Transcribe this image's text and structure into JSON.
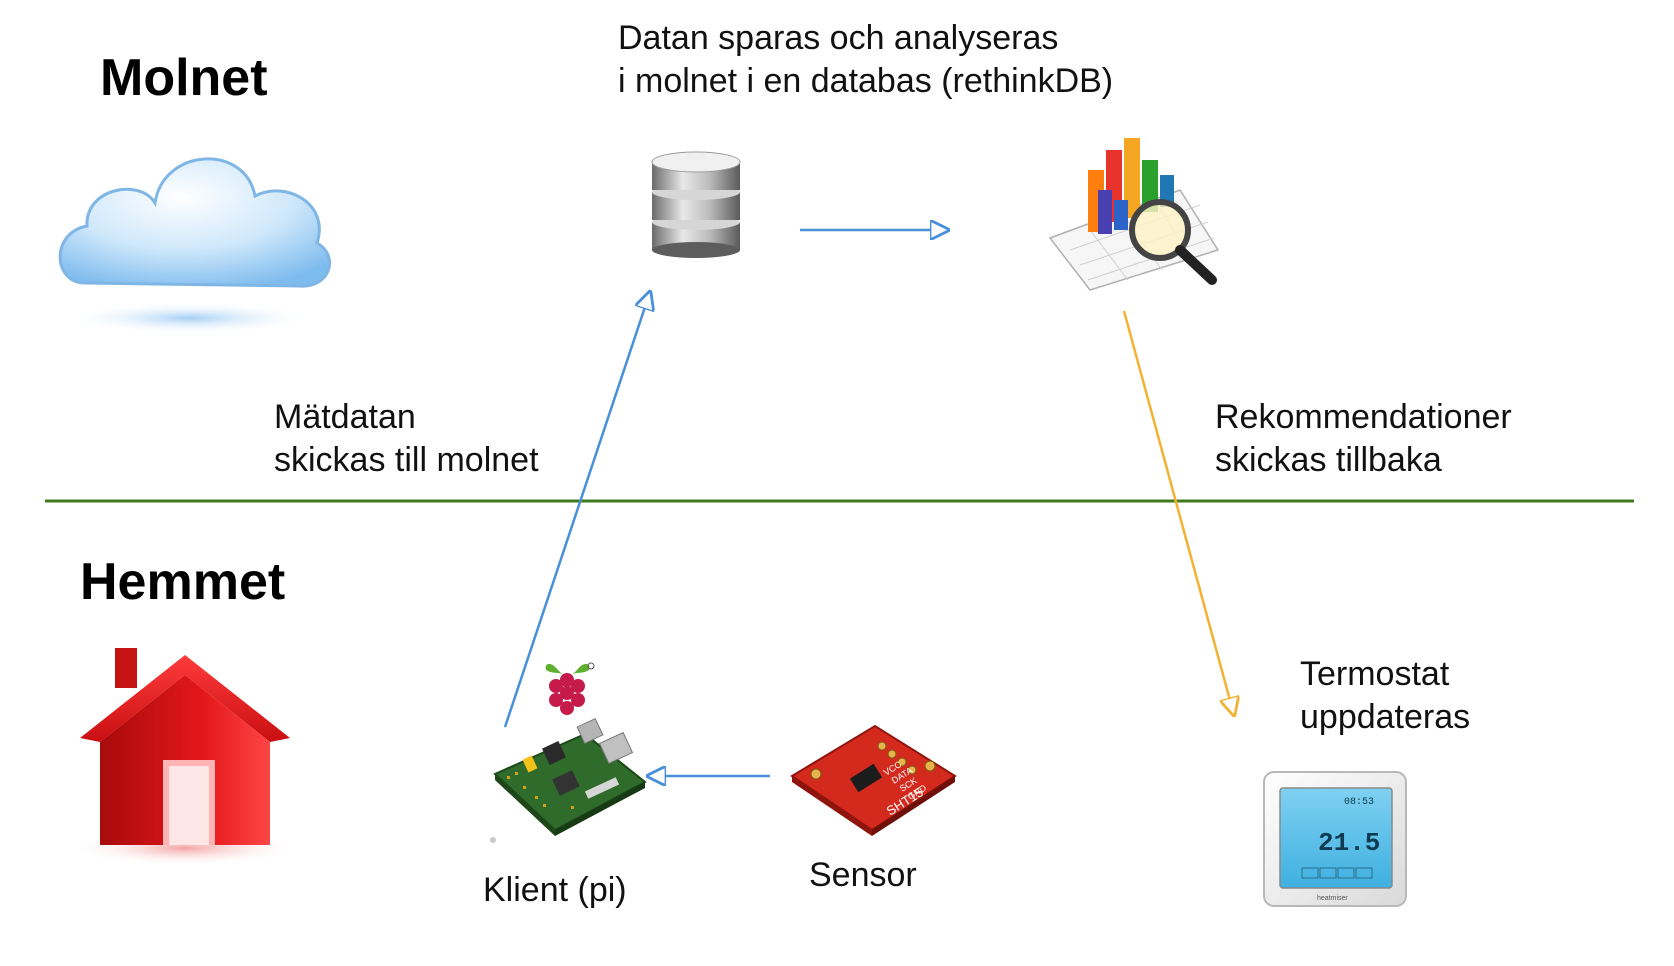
{
  "headings": {
    "cloud": "Molnet",
    "home": "Hemmet"
  },
  "texts": {
    "database_caption": [
      "Datan sparas och analyseras",
      "i molnet i en databas (rethinkDB)"
    ],
    "upload_caption": [
      "Mätdatan",
      "skickas till molnet"
    ],
    "recommend_caption": [
      "Rekommendationer",
      "skickas tillbaka"
    ],
    "thermostat_caption": [
      "Termostat",
      "uppdateras"
    ]
  },
  "labels": {
    "client": "Klient (pi)",
    "sensor": "Sensor",
    "sensor_chip_text": "SHT15",
    "sensor_pins": [
      "VCC",
      "DATA",
      "SCK",
      "GND"
    ],
    "thermostat_time": "08:53",
    "thermostat_temp": "21.5",
    "thermostat_brand": "heatmiser"
  },
  "icons": {
    "cloud": "cloud-icon",
    "house": "house-icon",
    "database": "database-icon",
    "analytics": "analytics-chart-icon",
    "raspberry_logo": "raspberry-logo-icon",
    "raspberry_board": "raspberry-pi-board-icon",
    "sensor_board": "sensor-board-icon",
    "thermostat": "thermostat-icon"
  },
  "colors": {
    "blue_arrow": "#4a8fd9",
    "orange_arrow": "#f2b233",
    "divider": "#3f7a1d",
    "house_red": "#e3171a",
    "sensor_red": "#d42a1e"
  }
}
